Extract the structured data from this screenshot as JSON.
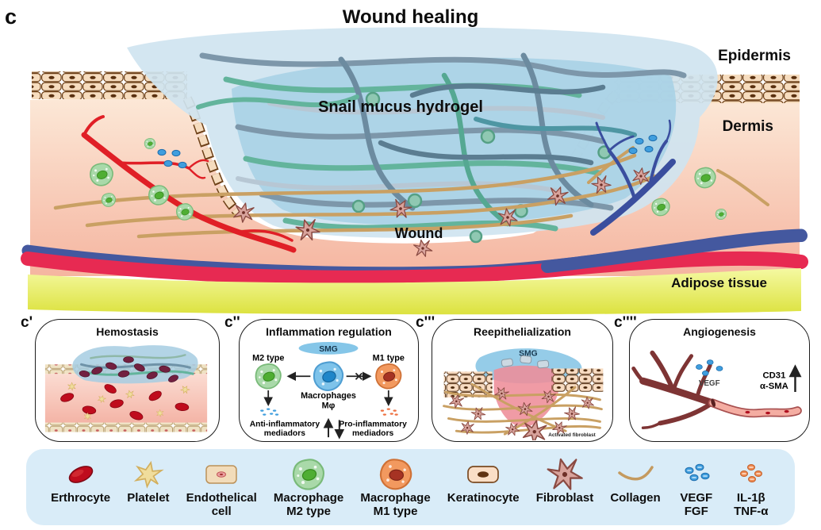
{
  "figure_label": "c",
  "title": "Wound healing",
  "scene": {
    "hydrogel_label": "Snail mucus hydrogel",
    "epidermis_label": "Epidermis",
    "dermis_label": "Dermis",
    "wound_label": "Wound",
    "adipose_label": "Adipose tissue"
  },
  "panels": [
    {
      "sup": "c'",
      "title": "Hemostasis"
    },
    {
      "sup": "c''",
      "title": "Inflammation regulation",
      "smg_label": "SMG",
      "m2_label": "M2 type",
      "m1_label": "M1 type",
      "macrophages_label": "Macrophages",
      "mphi_label": "Mφ",
      "anti_line1": "Anti-inflammatory",
      "anti_line2": "mediadors",
      "pro_line1": "Pro-inflammatory",
      "pro_line2": "mediadors"
    },
    {
      "sup": "c'''",
      "title": "Reepithelialization",
      "smg_label": "SMG",
      "fibroblast_caption": "Activated fibroblast"
    },
    {
      "sup": "c''''",
      "title": "Angiogenesis",
      "vegf_label": "VEGF",
      "marker1": "CD31",
      "marker2": "α-SMA"
    }
  ],
  "legend": {
    "items": [
      {
        "icon": "erythrocyte-icon",
        "label1": "Erthrocyte",
        "label2": ""
      },
      {
        "icon": "platelet-icon",
        "label1": "Platelet",
        "label2": ""
      },
      {
        "icon": "endothelial-cell-icon",
        "label1": "Endothelical",
        "label2": "cell"
      },
      {
        "icon": "macrophage-m2-icon",
        "label1": "Macrophage",
        "label2": "M2 type"
      },
      {
        "icon": "macrophage-m1-icon",
        "label1": "Macrophage",
        "label2": "M1 type"
      },
      {
        "icon": "keratinocyte-icon",
        "label1": "Keratinocyte",
        "label2": ""
      },
      {
        "icon": "fibroblast-icon",
        "label1": "Fibroblast",
        "label2": ""
      },
      {
        "icon": "collagen-icon",
        "label1": "Collagen",
        "label2": ""
      },
      {
        "icon": "vegf-fgf-icon",
        "label1": "VEGF",
        "label2": "FGF"
      },
      {
        "icon": "cytokines-icon",
        "label1": "IL-1β",
        "label2": "TNF-α"
      }
    ]
  },
  "colors": {
    "hydrogel": "#a8d2e6",
    "skin_top": "#fcead9",
    "skin_bottom": "#f5b5a0",
    "vessel_red": "#e72a52",
    "vessel_blue": "#44589f",
    "adipose": "#dce23f",
    "legend_bg": "#d9ecf8",
    "m2_green": "#a9d9a9",
    "m1_orange": "#f2995f",
    "macrophage_blue": "#7ec3ea",
    "vegf_blue": "#3f9ede",
    "cytokine_orange": "#ee8a52",
    "collagen_tan": "#c9a063",
    "erythrocyte_red": "#bf0c1d"
  }
}
